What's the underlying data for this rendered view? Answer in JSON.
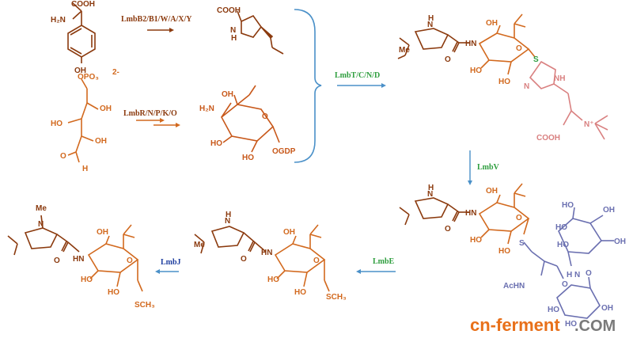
{
  "colors": {
    "substrate": "#8B3A0E",
    "product": "#D2691E",
    "sugar": "#C8581A",
    "arrow": "#4A90C8",
    "enzyme_green": "#2E9E3E",
    "enzyme_blue": "#1F3FA0",
    "ergo": "#D98080",
    "mycothiol": "#6A6FB0",
    "watermark_orange": "#E8701A",
    "watermark_gray": "#7A7A7A"
  },
  "enzymes": {
    "lmbB": "LmbB2/B1/W/A/X/Y",
    "lmbR": "LmbR/N/P/K/O",
    "lmbT": "LmbT/C/N/D",
    "lmbV": "LmbV",
    "lmbE": "LmbE",
    "lmbJ": "LmbJ"
  },
  "tyrosine": {
    "cooh": "COOH",
    "nh2": "H₂N",
    "oh": "OH"
  },
  "ppl": {
    "cooh": "COOH",
    "nh": "N",
    "h": "H"
  },
  "sugar_phosphate": {
    "opo3": "OPO₃",
    "charge": "2-",
    "oh1": "OH",
    "oh2": "HO",
    "oh3": "OH",
    "o": "O",
    "h": "H"
  },
  "gdp_sugar": {
    "h2n": "H₂N",
    "oh_top": "OH",
    "o_ring": "O",
    "oh_l": "HO",
    "oh_b": "HO",
    "ogdp": "OGDP"
  },
  "ergo_conjugate": {
    "nh_pyr": "N",
    "h_pyr": "H",
    "me": "Me",
    "o_amide": "O",
    "hn": "HN",
    "oh1": "OH",
    "o_ring": "O",
    "oh2": "HO",
    "oh3": "HO",
    "s": "S",
    "nh_im": "NH",
    "n_im": "N",
    "cooh": "COOH",
    "nplus": "N⁺"
  },
  "mycothiol_conjugate": {
    "nh_pyr": "N",
    "h_pyr": "H",
    "o_amide": "O",
    "hn": "HN",
    "oh1": "OH",
    "o_ring": "O",
    "oh2": "HO",
    "oh3": "HO",
    "s": "S",
    "achn": "AcHN",
    "o_c": "O",
    "hn2": "H N",
    "oh_a": "HO",
    "oh_b": "OH",
    "oh_c": "HO",
    "oh_d": "HO",
    "o_link": "O",
    "oh_e": "HO",
    "oh_f": "HO",
    "oh_g": "OH",
    "oh_h": "OH"
  },
  "ncdl": {
    "nh_pyr": "N",
    "h_pyr": "H",
    "me": "Me",
    "o_amide": "O",
    "hn": "HN",
    "oh1": "OH",
    "o_ring": "O",
    "oh2": "HO",
    "oh3": "HO",
    "sch3": "SCH₃"
  },
  "lincomycin": {
    "me_n": "Me",
    "n": "N",
    "o_amide": "O",
    "hn": "HN",
    "oh1": "OH",
    "o_ring": "O",
    "oh2": "HO",
    "oh3": "HO",
    "sch3": "SCH₃"
  },
  "watermark": {
    "part1": "cn-ferment",
    "part2": ".COM"
  }
}
